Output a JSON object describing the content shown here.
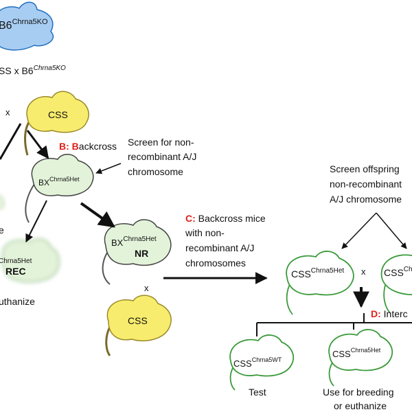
{
  "colors": {
    "blue_mouse": "#a8cdf2",
    "yellow_mouse": "#f7ec6e",
    "light_green_mouse": "#e3f3d9",
    "outline_green": "#3a9a3a",
    "accent_red": "#e0201b"
  },
  "mice": {
    "top_left": {
      "label": "B6",
      "sup": "Chrna5KO"
    },
    "css_top": {
      "label": "CSS"
    },
    "bx_het": {
      "label": "BX",
      "sup": "Chrna5Het"
    },
    "bx_nr": {
      "label": "BX",
      "sup": "Chrna5Het",
      "sub": "NR"
    },
    "rec": {
      "sup": "Chrna5Het",
      "sub": "REC"
    },
    "css_bottom": {
      "label": "CSS"
    },
    "css_het_right": {
      "label": "CSS",
      "sup": "Chrna5Het"
    },
    "css_partial_right": {
      "label": "CSS",
      "sup": "Ch"
    },
    "css_wt": {
      "label": "CSS",
      "sup": "Chrna5WT"
    },
    "css_het_bottom": {
      "label": "CSS",
      "sup": "Chrna5Het"
    }
  },
  "texts": {
    "cross_prefix": "SS x B6",
    "cross_sup": "Chrna5KO",
    "x": "x",
    "backcross_letter": "B:",
    "backcross_b": "B",
    "backcross_rest": "ackcross",
    "screen_nr": [
      "Screen for non-",
      "recombinant A/J",
      "chromosome"
    ],
    "screen_offspring": [
      "Screen offspring",
      "non-recombinant",
      "A/J chromosome"
    ],
    "c_letter": "C:",
    "c_lines": [
      "Backcross mice",
      "with non-",
      "recombinant A/J",
      "chromosomes"
    ],
    "d_letter": "D:",
    "d_rest": "Interc",
    "left_e": "e",
    "euthanize_left": "uthanize",
    "test": "Test",
    "use_breeding": [
      "Use for breeding",
      "or euthanize"
    ]
  }
}
